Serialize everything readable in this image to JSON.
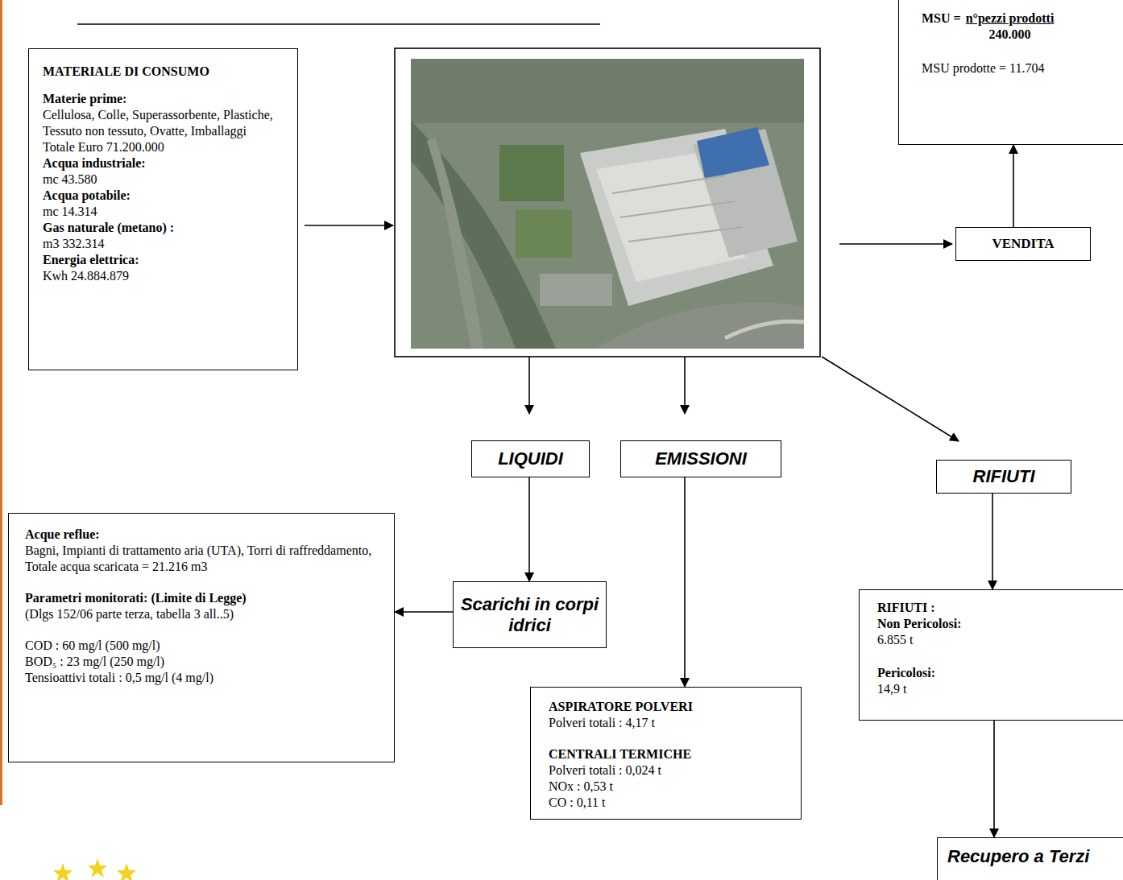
{
  "diagram": {
    "nodes": [
      {
        "text": [
          "MATERIALE DI CONSUMO",
          "Materie prime:",
          "Cellulosa, Colle, Superassorbente, Plastiche, Tessuto non tessuto, Ovatte, Imballaggi",
          "Totale Euro 71.200.000",
          "Acqua industriale:",
          "mc 43.580",
          "Acqua potabile:",
          "mc 14.314",
          "Gas naturale (metano) :",
          "m3 332.314",
          "Energia elettrica:",
          "Kwh 24.884.879"
        ]
      },
      {
        "text": [
          "MSU =",
          "n°pezzi prodotti",
          "240.000",
          "MSU prodotte = 11.704"
        ]
      },
      {
        "text": [
          "VENDITA"
        ]
      },
      {
        "text": [
          "LIQUIDI"
        ]
      },
      {
        "text": [
          "EMISSIONI"
        ]
      },
      {
        "text": [
          "RIFIUTI"
        ]
      },
      {
        "text": [
          "Acque reflue:",
          "Bagni, Impianti di trattamento aria (UTA), Torri di raffreddamento,",
          "Totale acqua scaricata = 21.216 m3",
          "Parametri monitorati: (Limite di Legge)",
          "(Dlgs 152/06 parte terza, tabella 3 all..5)",
          "COD : 60 mg/l (500 mg/l)",
          "BOD₅ : 23 mg/l (250 mg/l)",
          "Tensioattivi totali : 0,5 mg/l (4 mg/l)"
        ]
      },
      {
        "text": [
          "Scarichi in corpi idrici"
        ]
      },
      {
        "text": [
          "RIFIUTI :",
          "Non Pericolosi:",
          "6.855 t",
          "Pericolosi:",
          "14,9 t"
        ]
      },
      {
        "text": [
          "ASPIRATORE POLVERI",
          "Polveri totali : 4,17 t",
          "CENTRALI TERMICHE",
          "Polveri totali : 0,024 t",
          "NOx : 0,53 t",
          "CO : 0,11 t"
        ]
      },
      {
        "text": [
          "Recupero a Terzi"
        ]
      }
    ],
    "edges": [
      {
        "from": 2,
        "to": 1,
        "arrow": "to"
      },
      {
        "from": 3,
        "to": 7,
        "arrow": "to"
      },
      {
        "from": 7,
        "to": 6,
        "arrow": "to"
      },
      {
        "from": 4,
        "to": 9,
        "arrow": "to"
      },
      {
        "from": 5,
        "to": 8,
        "arrow": "to"
      },
      {
        "from": 8,
        "to": 10,
        "arrow": "to"
      }
    ]
  }
}
